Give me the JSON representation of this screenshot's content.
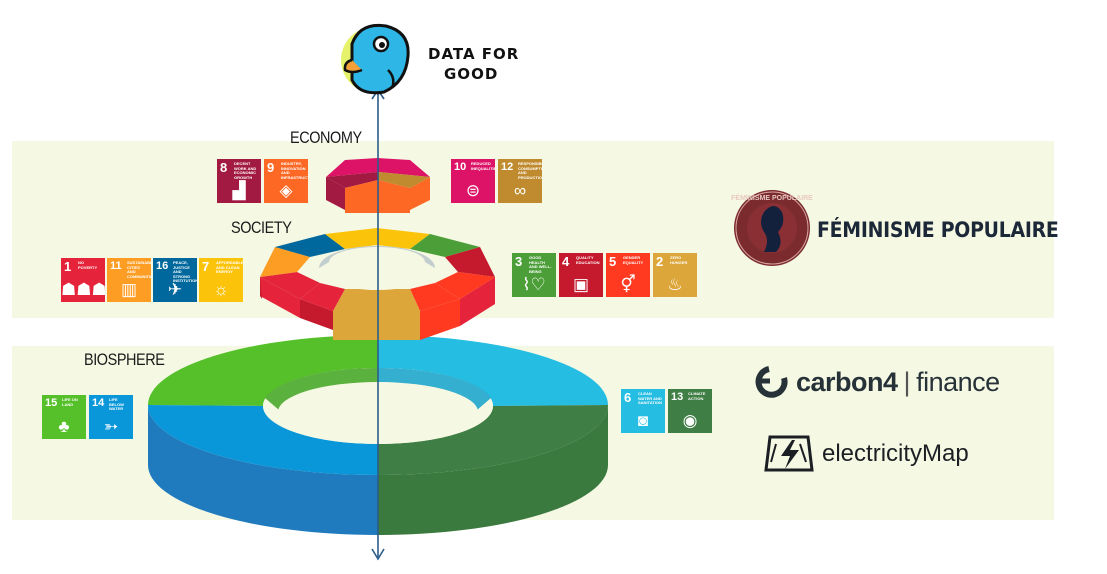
{
  "layers": {
    "economy": "ECONOMY",
    "society": "SOCIETY",
    "biosphere": "BIOSPHERE"
  },
  "logos": {
    "data_for_good_line1": "DATA FOR",
    "data_for_good_line2": "GOOD",
    "feminisme_populaire": "FÉMINISME POPULAIRE",
    "feminisme_seal_top": "FÉMINISME POPULAIRE",
    "carbon4_brand": "carbon4",
    "carbon4_separator": "|",
    "carbon4_product": "finance",
    "electricitymap": "electricityMap"
  },
  "sdg_tiles": {
    "economy_left": [
      {
        "num": "8",
        "text": "DECENT WORK AND ECONOMIC GROWTH",
        "color": "#a21942",
        "icon": "chart-up-icon"
      },
      {
        "num": "9",
        "text": "INDUSTRY, INNOVATION AND INFRASTRUCTURE",
        "color": "#fd6925",
        "icon": "cubes-icon"
      }
    ],
    "economy_right": [
      {
        "num": "10",
        "text": "REDUCED INEQUALITIES",
        "color": "#dd1367",
        "icon": "equal-icon"
      },
      {
        "num": "12",
        "text": "RESPONSIBLE CONSUMPTION AND PRODUCTION",
        "color": "#bf8b2e",
        "icon": "infinity-icon"
      }
    ],
    "society_left": [
      {
        "num": "1",
        "text": "NO POVERTY",
        "color": "#e5243b",
        "icon": "family-icon"
      },
      {
        "num": "11",
        "text": "SUSTAINABLE CITIES AND COMMUNITIES",
        "color": "#fd9d24",
        "icon": "city-icon"
      },
      {
        "num": "16",
        "text": "PEACE, JUSTICE AND STRONG INSTITUTIONS",
        "color": "#00689d",
        "icon": "dove-icon"
      },
      {
        "num": "7",
        "text": "AFFORDABLE AND CLEAN ENERGY",
        "color": "#fcc30b",
        "icon": "sun-icon"
      }
    ],
    "society_right": [
      {
        "num": "3",
        "text": "GOOD HEALTH AND WELL-BEING",
        "color": "#4c9f38",
        "icon": "heartbeat-icon"
      },
      {
        "num": "4",
        "text": "QUALITY EDUCATION",
        "color": "#c5192d",
        "icon": "book-icon"
      },
      {
        "num": "5",
        "text": "GENDER EQUALITY",
        "color": "#ff3a21",
        "icon": "gender-icon"
      },
      {
        "num": "2",
        "text": "ZERO HUNGER",
        "color": "#dda63a",
        "icon": "bowl-icon"
      }
    ],
    "biosphere_left": [
      {
        "num": "15",
        "text": "LIFE ON LAND",
        "color": "#56c02b",
        "icon": "tree-icon"
      },
      {
        "num": "14",
        "text": "LIFE BELOW WATER",
        "color": "#0a97d9",
        "icon": "fish-icon"
      }
    ],
    "biosphere_right": [
      {
        "num": "6",
        "text": "CLEAN WATER AND SANITATION",
        "color": "#26bde2",
        "icon": "water-icon"
      },
      {
        "num": "13",
        "text": "CLIMATE ACTION",
        "color": "#3f7e44",
        "icon": "eye-globe-icon"
      }
    ]
  },
  "colors": {
    "band": "#f5f8e3",
    "axis": "#2b5d8a"
  }
}
